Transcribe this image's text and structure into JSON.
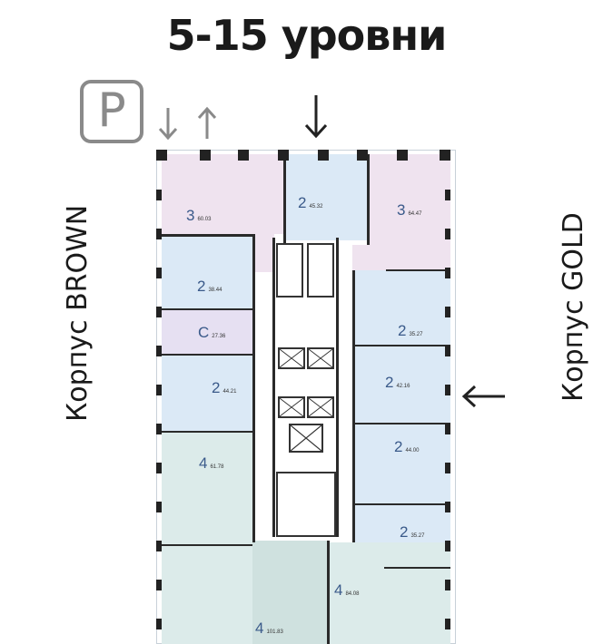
{
  "title": "5-15 уровни",
  "parking_label": "P",
  "building_left": "Корпус BROWN",
  "building_right": "Корпус GOLD",
  "apartments": [
    {
      "rooms": "3",
      "area": "60.03"
    },
    {
      "rooms": "2",
      "area": "45.32"
    },
    {
      "rooms": "3",
      "area": "64.47"
    },
    {
      "rooms": "2",
      "area": "38.44"
    },
    {
      "rooms": "C",
      "area": "27.36"
    },
    {
      "rooms": "2",
      "area": "44.21"
    },
    {
      "rooms": "4",
      "area": "61.78"
    },
    {
      "rooms": "2",
      "area": "35.27"
    },
    {
      "rooms": "2",
      "area": "42.16"
    },
    {
      "rooms": "2",
      "area": "44.00"
    },
    {
      "rooms": "2",
      "area": "35.27"
    },
    {
      "rooms": "4",
      "area": "84.08"
    },
    {
      "rooms": "4",
      "area": "101.83"
    }
  ],
  "colors": {
    "pink": "#efe3ef",
    "blue": "#dbe9f6",
    "purple": "#e6e0f2",
    "green": "#dcebea"
  }
}
